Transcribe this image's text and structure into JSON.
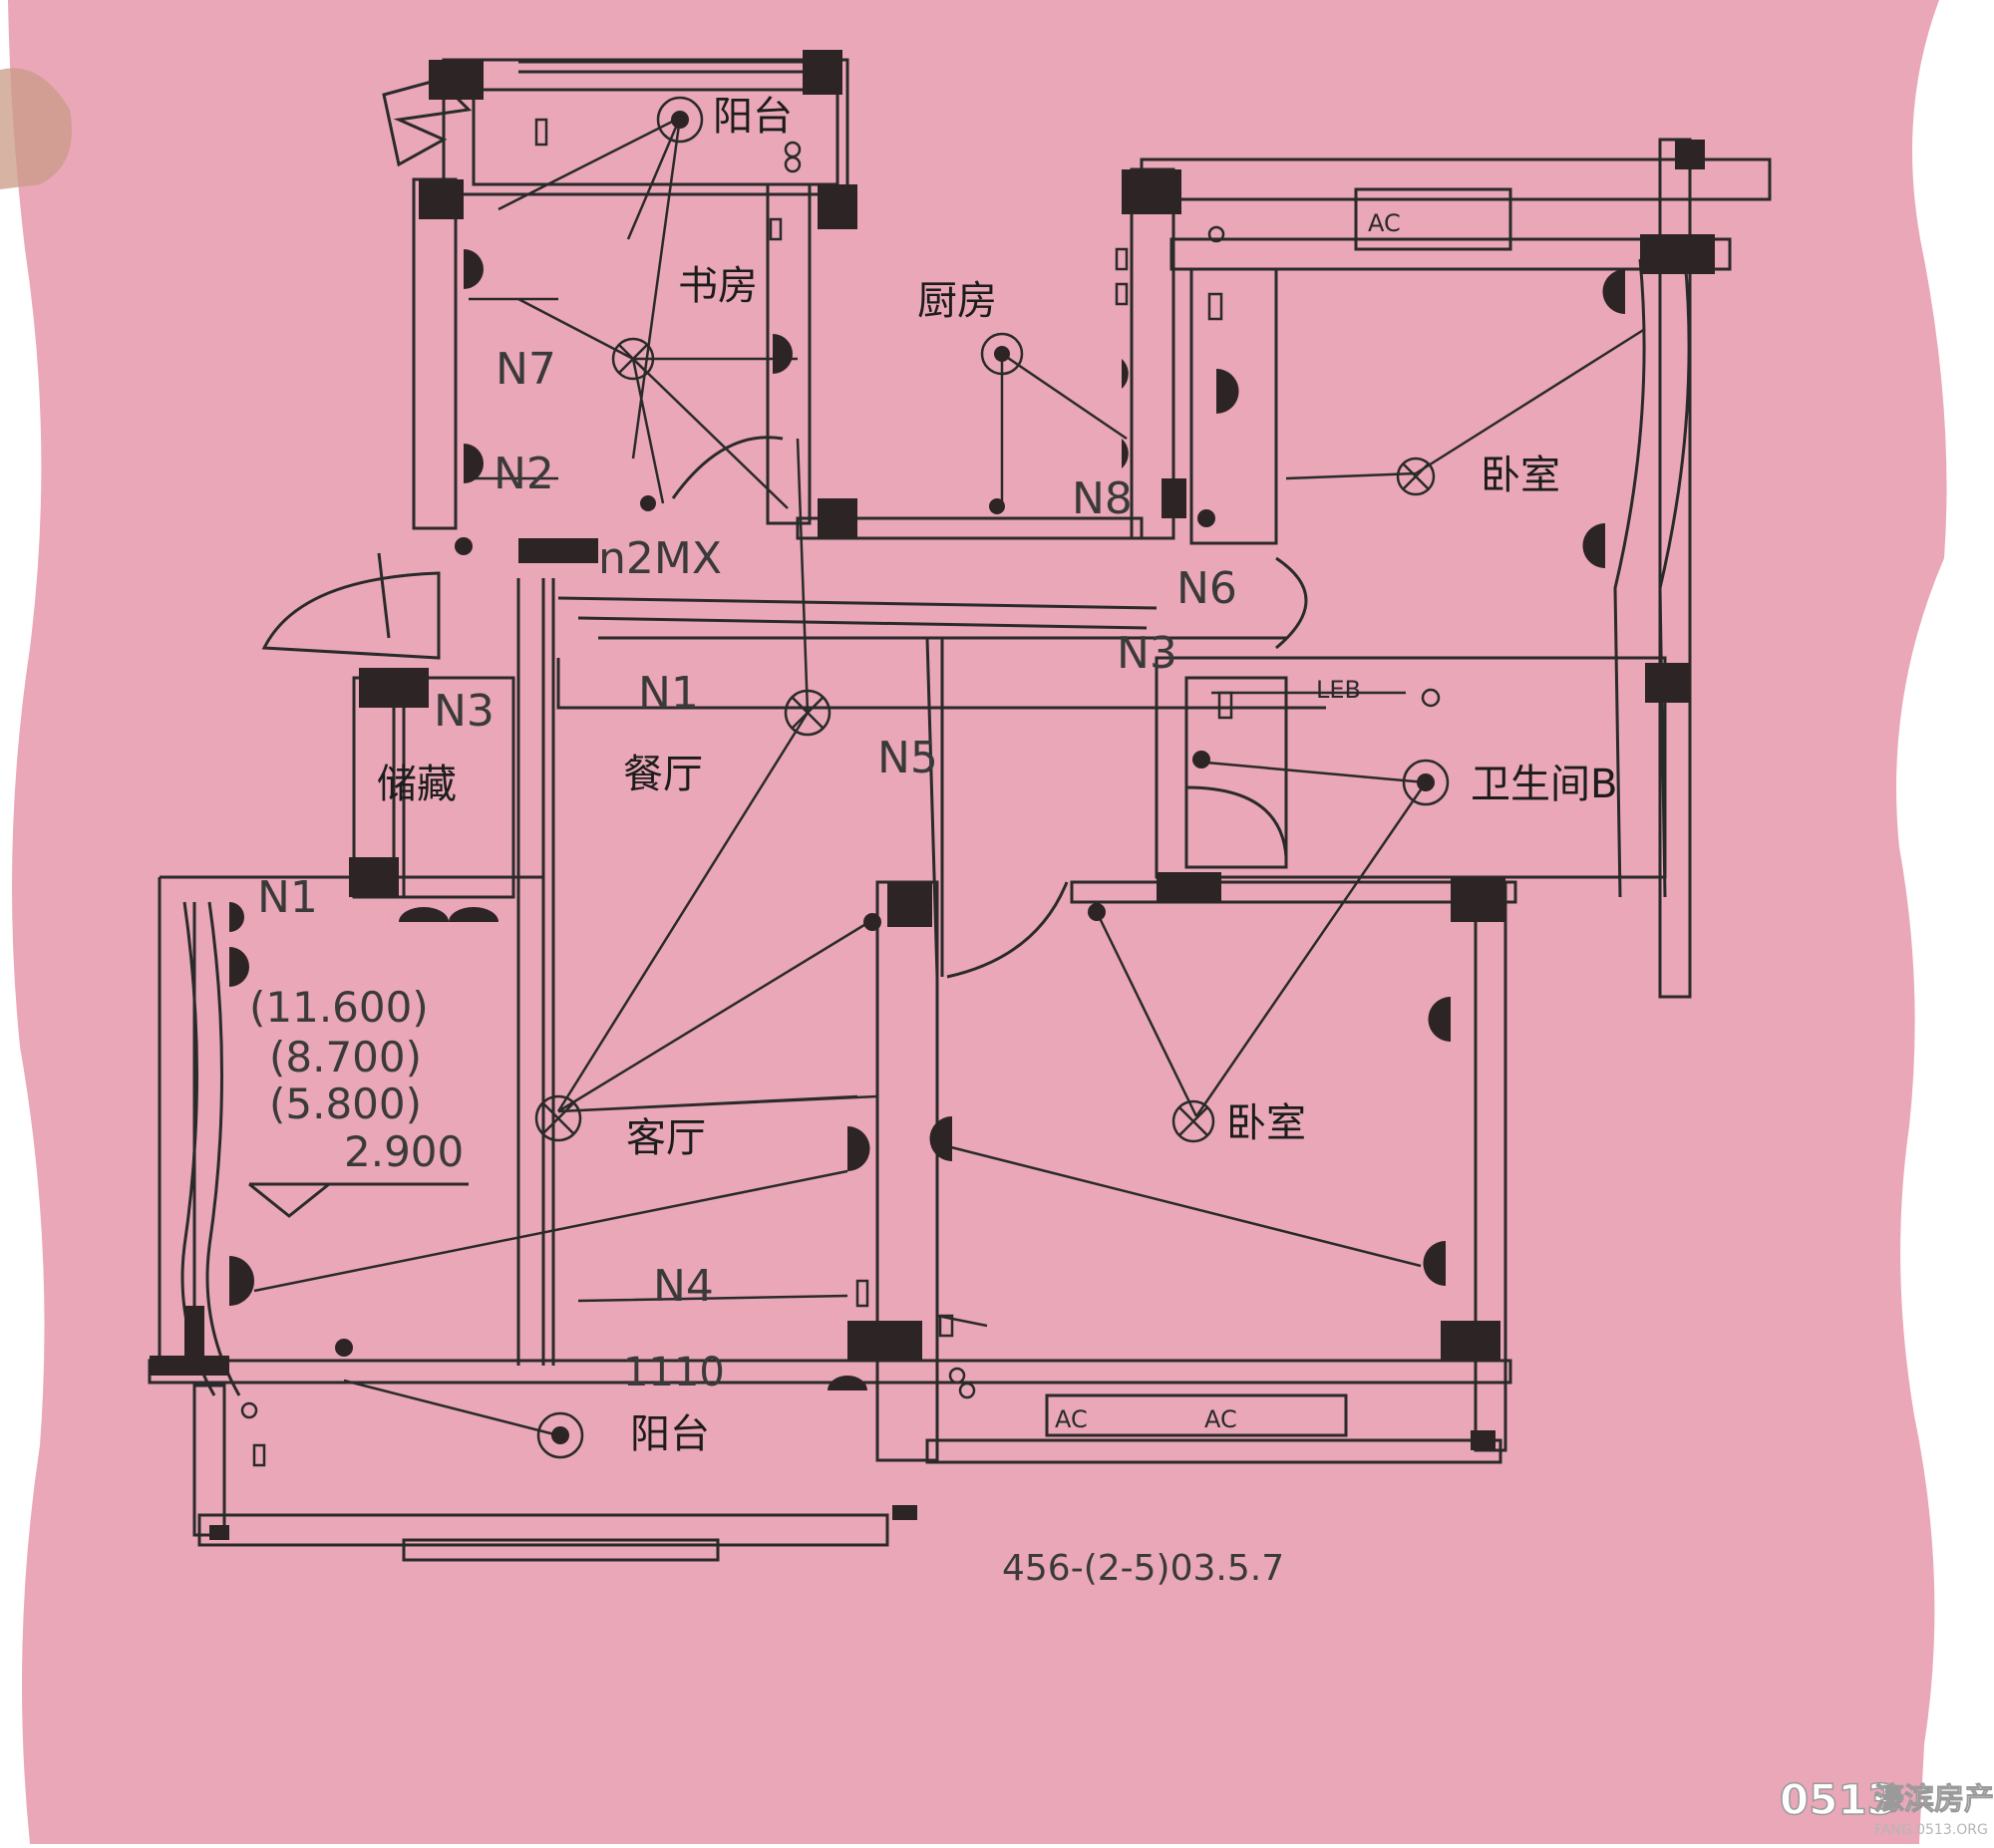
{
  "rooms": {
    "balcony_top": "阳台",
    "study": "书房",
    "kitchen": "厨房",
    "bedroom_top": "卧室",
    "storage": "储藏",
    "dining": "餐厅",
    "bathroom": "卫生间B",
    "living": "客厅",
    "bedroom_bottom": "卧室",
    "balcony_bottom": "阳台"
  },
  "codes": {
    "n7": "N7",
    "n2": "N2",
    "n8": "N8",
    "n2mx": "n2MX",
    "n6": "N6",
    "n3_right": "N3",
    "n3_left": "N3",
    "n1_top": "N1",
    "n5": "N5",
    "n1_left": "N1",
    "n4": "N4",
    "n110": "1110",
    "leb": "LEB",
    "ac_top": "AC",
    "ac_bottom_1": "AC",
    "ac_bottom_2": "AC"
  },
  "levels": [
    "(11.600)",
    "(8.700)",
    "(5.800)",
    "2.900"
  ],
  "drawing_number": "456-(2-5)03.5.7",
  "watermark": {
    "logo_number": "0513",
    "brand": "濠滨房产",
    "url": "FANG.0513.ORG"
  },
  "colors": {
    "paper": "#e9a7b8",
    "ink": "#2a2a2a",
    "background": "#ffffff"
  }
}
